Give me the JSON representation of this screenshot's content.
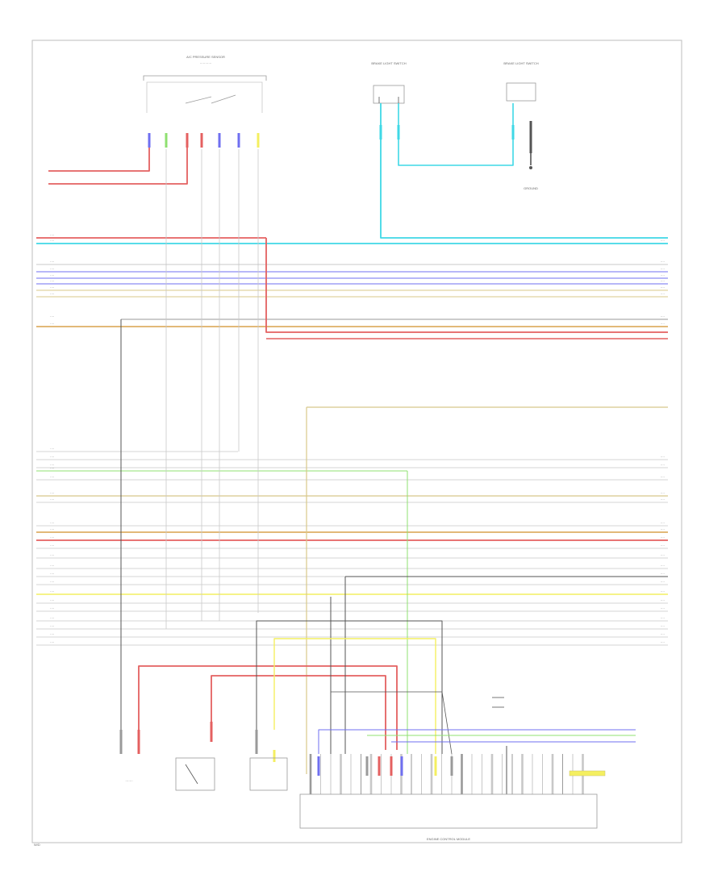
{
  "labels": {
    "top_connector_title": "A/C PRESSURE SENSOR",
    "mid_sensor_title": "BRAKE LIGHT SWITCH",
    "right_sensor_title": "BRAKE LIGHT SWITCH",
    "ground_label": "GROUND",
    "pcm_title": "ENGINE CONTROL MODULE",
    "page_code": "W/D"
  },
  "colors": {
    "red": "#e46060",
    "cyan": "#3fd8e6",
    "blue": "#6f6ff0",
    "yellow": "#f4ef60",
    "green": "#8fe070",
    "orange": "#d8a24c",
    "tan": "#d8c88a",
    "gray": "#9a9a9a",
    "dark": "#555555",
    "light": "#c8c8c8"
  }
}
